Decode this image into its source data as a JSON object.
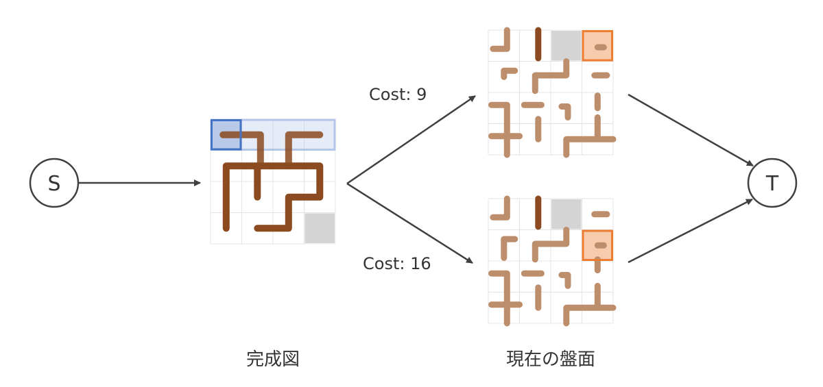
{
  "colors": {
    "pipe": "#8b4a1f",
    "pipe_faded": "#bd8e6c",
    "grid_line": "#e4e4e4",
    "blank_tile": "#d4d4d4",
    "selection_blue": "#4472c4",
    "selection_blue_fill": "#b4c6e7",
    "selection_orange": "#ed7d31",
    "selection_orange_fill": "#f8cbad",
    "node_stroke": "#404040",
    "arrow": "#404040"
  },
  "nodes": {
    "start_label": "S",
    "target_label": "T"
  },
  "edges": {
    "upper_cost": "Cost: 9",
    "lower_cost": "Cost: 16"
  },
  "captions": {
    "goal_board": "完成図",
    "current_board": "現在の盤面"
  },
  "boards": {
    "goal": {
      "rows": 4,
      "cols": 4,
      "blank": [
        3,
        3
      ],
      "highlight_row": 0,
      "highlight_tile": [
        0,
        0
      ],
      "segments": [
        [
          [
            0.4,
            0.5
          ],
          [
            1.6,
            0.5
          ],
          [
            1.6,
            1.5
          ]
        ],
        [
          [
            3.5,
            0.5
          ],
          [
            2.5,
            0.5
          ],
          [
            2.5,
            1.5
          ]
        ],
        [
          [
            0.5,
            3.5
          ],
          [
            0.5,
            1.5
          ],
          [
            3.5,
            1.5
          ],
          [
            3.5,
            2.5
          ],
          [
            2.5,
            2.5
          ],
          [
            2.5,
            3.5
          ],
          [
            1.5,
            3.5
          ]
        ],
        [
          [
            1.5,
            1.5
          ],
          [
            1.5,
            2.5
          ]
        ]
      ]
    },
    "current_upper": {
      "rows": 4,
      "cols": 4,
      "blank": [
        0,
        2
      ],
      "highlight_tile": [
        0,
        3
      ],
      "segments": [
        [
          [
            0.6,
            0
          ],
          [
            0.6,
            0.6
          ],
          [
            0.15,
            0.6
          ]
        ],
        [
          [
            1.6,
            0
          ],
          [
            1.6,
            0.9
          ]
        ],
        [
          [
            3.5,
            0.55
          ],
          [
            3.7,
            0.55
          ]
        ],
        [
          [
            0.5,
            1.5
          ],
          [
            0.5,
            1.3
          ],
          [
            0.85,
            1.3
          ]
        ],
        [
          [
            1.5,
            1.95
          ],
          [
            1.5,
            1.45
          ],
          [
            2.5,
            1.45
          ],
          [
            2.5,
            1.0
          ]
        ],
        [
          [
            3.4,
            1.45
          ],
          [
            3.8,
            1.45
          ]
        ],
        [
          [
            0.1,
            2.4
          ],
          [
            0.6,
            2.4
          ],
          [
            0.6,
            4.0
          ]
        ],
        [
          [
            0.1,
            3.4
          ],
          [
            1.0,
            3.4
          ]
        ],
        [
          [
            1.15,
            2.4
          ],
          [
            1.7,
            2.4
          ]
        ],
        [
          [
            2.35,
            2.45
          ],
          [
            2.55,
            2.45
          ],
          [
            2.55,
            2.8
          ]
        ],
        [
          [
            3.5,
            2.1
          ],
          [
            3.5,
            2.5
          ]
        ],
        [
          [
            3.5,
            2.8
          ],
          [
            3.5,
            3.4
          ]
        ],
        [
          [
            1.6,
            2.85
          ],
          [
            1.6,
            3.5
          ]
        ],
        [
          [
            2.5,
            4.0
          ],
          [
            2.5,
            3.5
          ],
          [
            4.0,
            3.5
          ]
        ]
      ],
      "dark": [
        1
      ]
    },
    "current_lower": {
      "rows": 4,
      "cols": 4,
      "blank": [
        0,
        2
      ],
      "highlight_tile": [
        1,
        3
      ],
      "segments": [
        [
          [
            0.6,
            0
          ],
          [
            0.6,
            0.6
          ],
          [
            0.15,
            0.6
          ]
        ],
        [
          [
            1.6,
            0
          ],
          [
            1.6,
            0.9
          ]
        ],
        [
          [
            3.4,
            0.5
          ],
          [
            3.8,
            0.5
          ]
        ],
        [
          [
            0.5,
            1.9
          ],
          [
            0.5,
            1.3
          ],
          [
            0.85,
            1.3
          ]
        ],
        [
          [
            1.5,
            1.95
          ],
          [
            1.5,
            1.45
          ],
          [
            2.5,
            1.45
          ],
          [
            2.5,
            1.0
          ]
        ],
        [
          [
            3.5,
            1.5
          ],
          [
            3.7,
            1.5
          ]
        ],
        [
          [
            0.1,
            2.4
          ],
          [
            0.6,
            2.4
          ],
          [
            0.6,
            4.0
          ]
        ],
        [
          [
            0.1,
            3.4
          ],
          [
            1.0,
            3.4
          ]
        ],
        [
          [
            1.15,
            2.4
          ],
          [
            1.7,
            2.4
          ]
        ],
        [
          [
            2.35,
            2.45
          ],
          [
            2.55,
            2.45
          ],
          [
            2.55,
            2.8
          ]
        ],
        [
          [
            3.5,
            1.95
          ],
          [
            3.5,
            2.3
          ]
        ],
        [
          [
            3.5,
            2.8
          ],
          [
            3.5,
            3.4
          ]
        ],
        [
          [
            1.6,
            2.85
          ],
          [
            1.6,
            3.5
          ]
        ],
        [
          [
            2.5,
            4.0
          ],
          [
            2.5,
            3.5
          ],
          [
            4.0,
            3.5
          ]
        ]
      ],
      "dark": [
        1
      ]
    }
  }
}
